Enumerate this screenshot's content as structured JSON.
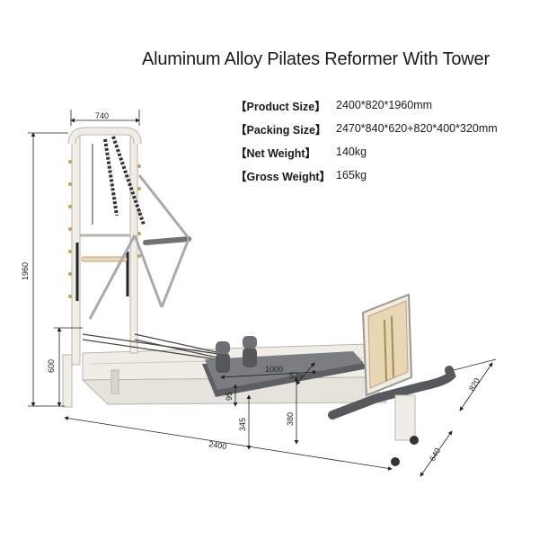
{
  "title": "Aluminum Alloy Pilates Reformer With Tower",
  "specs": [
    {
      "label": "【Product Size】",
      "value": "2400*820*1960mm"
    },
    {
      "label": "【Packing Size】",
      "value": "2470*840*620+820*400*320mm"
    },
    {
      "label": "【Net Weight】",
      "value": "140kg"
    },
    {
      "label": "【Gross Weight】",
      "value": "165kg"
    }
  ],
  "dimensions": {
    "tower_width": "740",
    "height": "1960",
    "frame_height": "600",
    "length": "2400",
    "carriage_length": "1000",
    "carriage_width": "570",
    "carriage_clearance": "95",
    "rail_height": "345",
    "bed_height": "380",
    "width": "820",
    "foot_base": "640"
  },
  "colors": {
    "frame": "#efede6",
    "frame_edge": "#b9b6ad",
    "pad": "#7b7d80",
    "pad_dark": "#55575a",
    "wood": "#e8d6b4",
    "spring": "#333333"
  }
}
